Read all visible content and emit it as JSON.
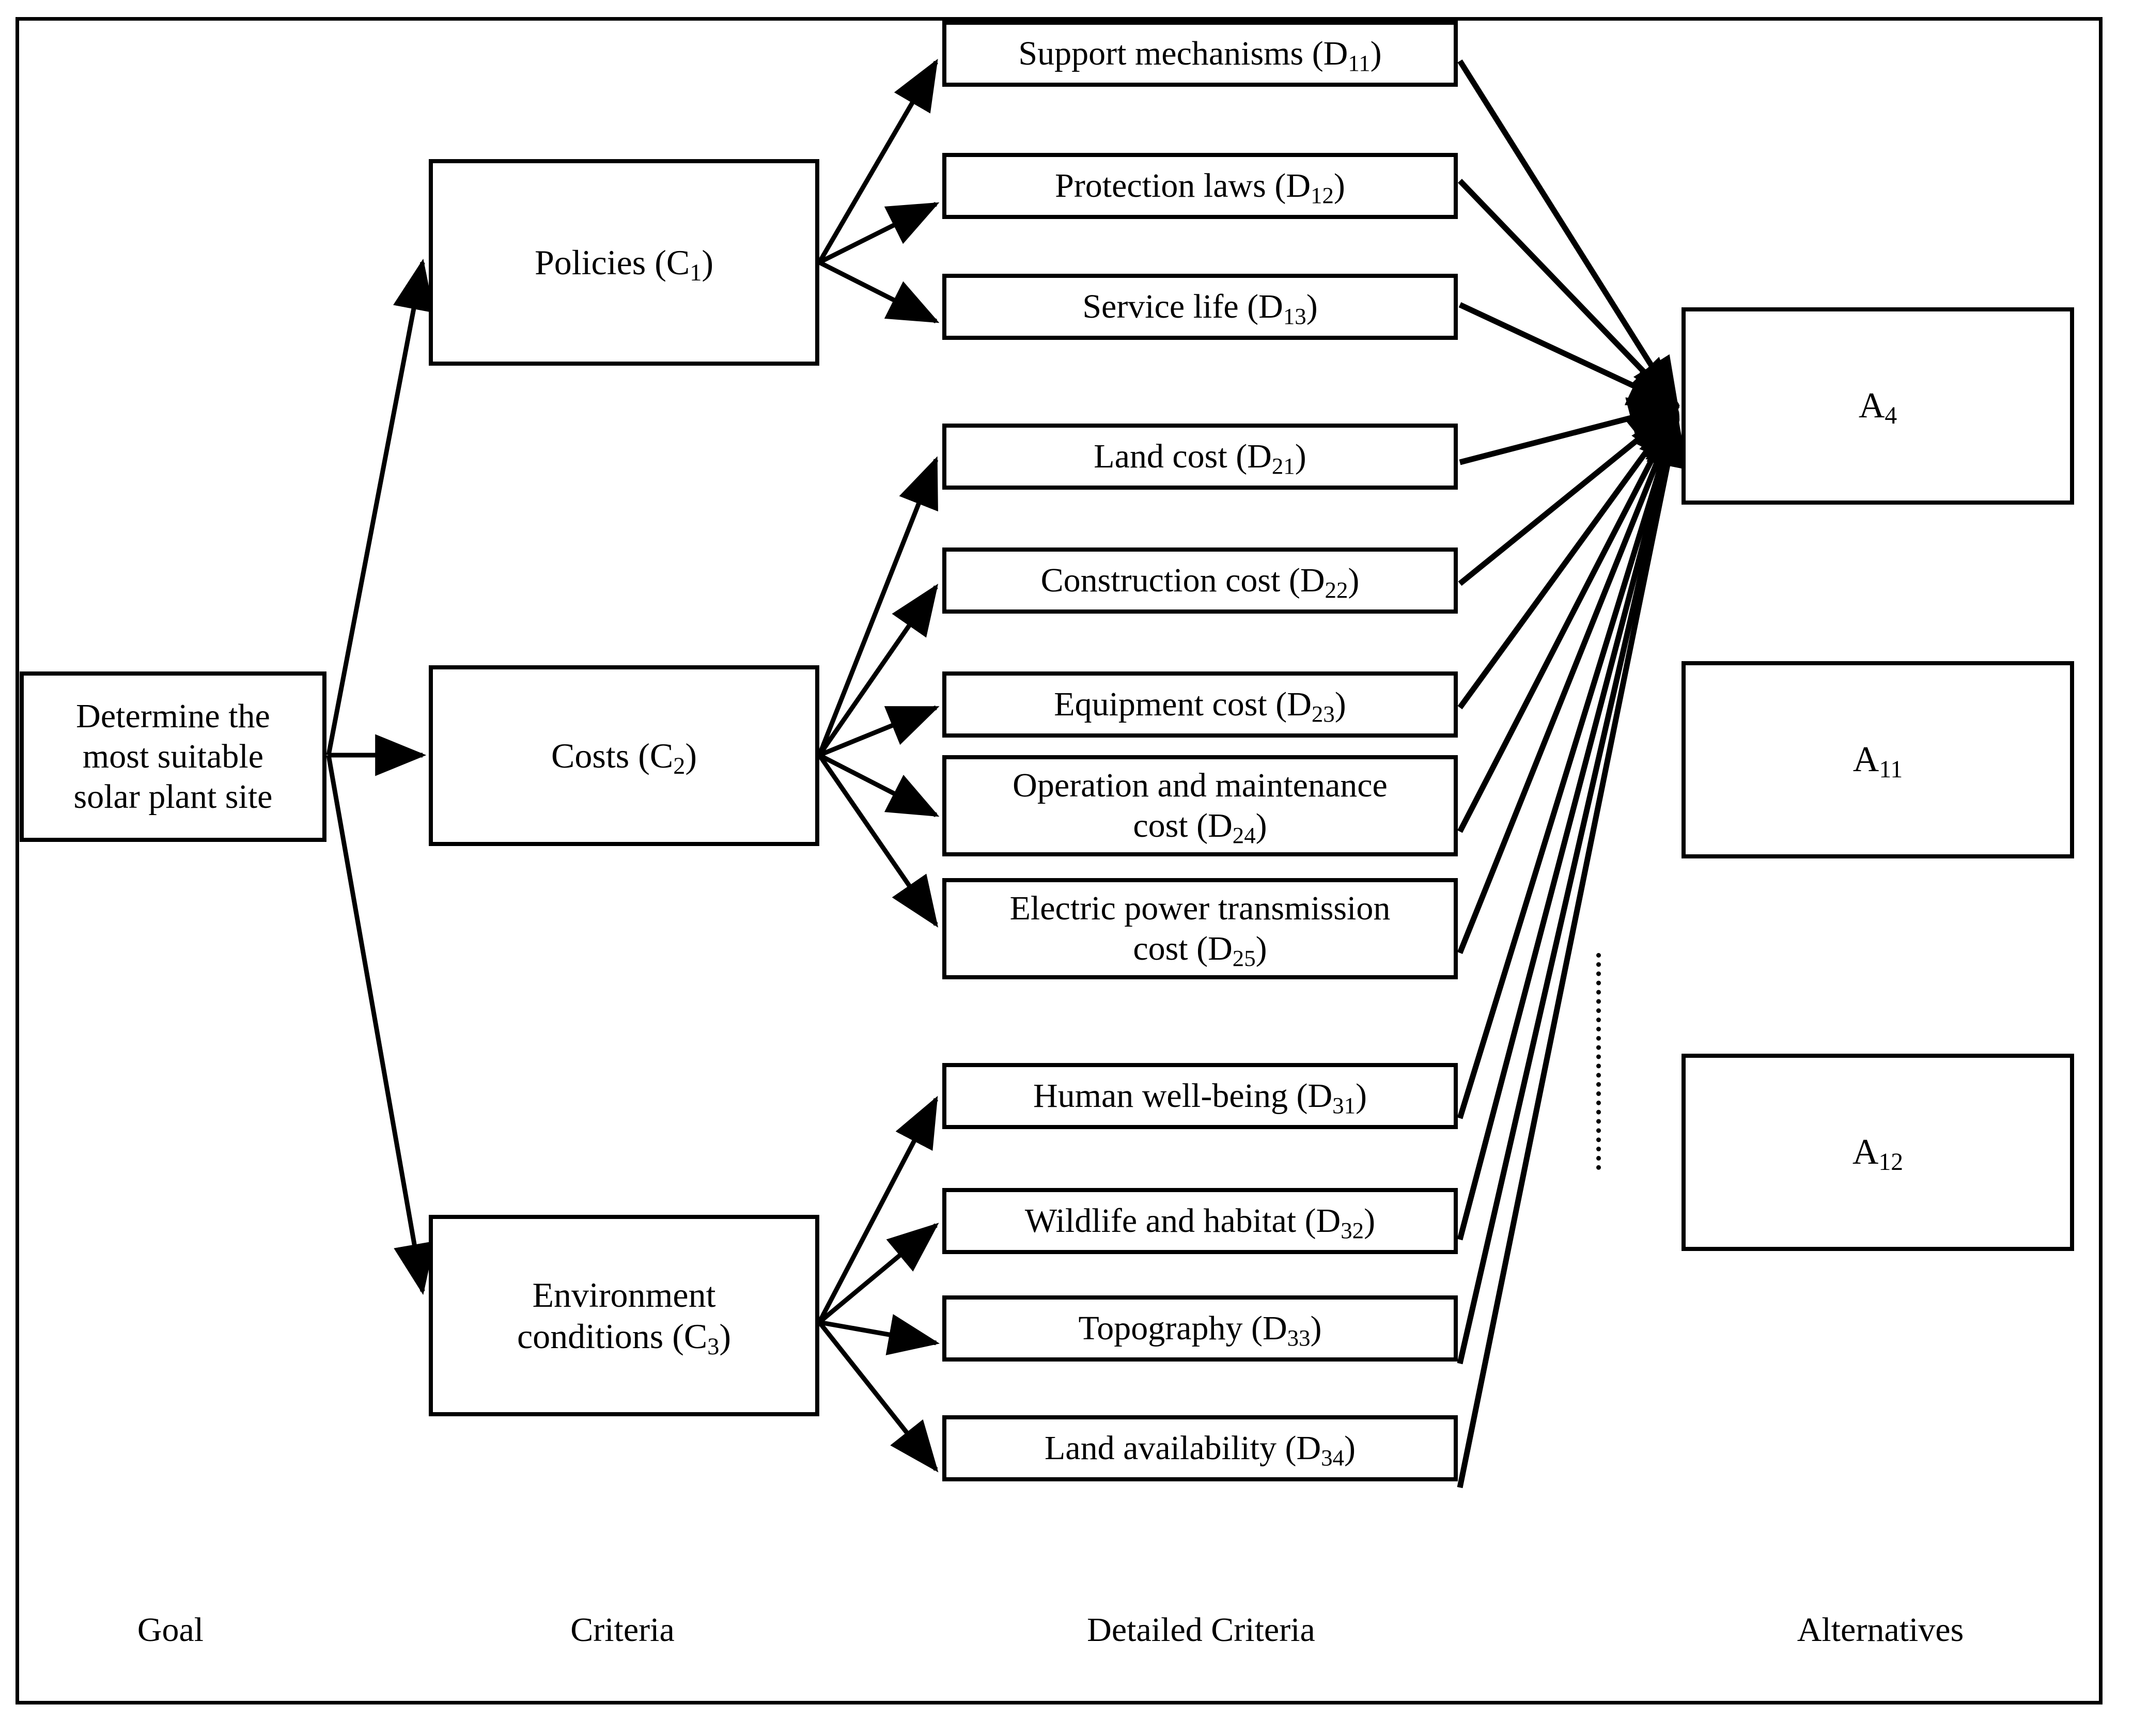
{
  "diagram": {
    "title": "Hierarchical structure for determining the most suitable solar plant site",
    "line_color": "#000000",
    "background_color": "#ffffff",
    "border_color": "#000000"
  },
  "goal": {
    "label": "Determine the most suitable solar plant site",
    "line1": "Determine the",
    "line2": "most suitable",
    "line3": "solar plant site"
  },
  "criteria": [
    {
      "id": "C1",
      "name": "Policies",
      "code": "C",
      "sub": "1",
      "line1": "Policies (C",
      "line2": ")"
    },
    {
      "id": "C2",
      "name": "Costs",
      "code": "C",
      "sub": "2",
      "line1": "Costs (C",
      "line2": ")"
    },
    {
      "id": "C3",
      "name": "Environment conditions",
      "code": "C",
      "sub": "3",
      "line1": "Environment",
      "line2": "conditions (C",
      "line3": ")"
    }
  ],
  "detailed_criteria": [
    {
      "id": "D11",
      "group": "C1",
      "name": "Support mechanisms",
      "code": "D",
      "sub": "11",
      "lines": [
        "Support mechanisms (D"
      ]
    },
    {
      "id": "D12",
      "group": "C1",
      "name": "Protection laws",
      "code": "D",
      "sub": "12",
      "lines": [
        "Protection laws (D"
      ]
    },
    {
      "id": "D13",
      "group": "C1",
      "name": "Service life",
      "code": "D",
      "sub": "13",
      "lines": [
        "Service life (D"
      ]
    },
    {
      "id": "D21",
      "group": "C2",
      "name": "Land cost",
      "code": "D",
      "sub": "21",
      "lines": [
        "Land cost (D"
      ]
    },
    {
      "id": "D22",
      "group": "C2",
      "name": "Construction cost",
      "code": "D",
      "sub": "22",
      "lines": [
        "Construction cost (D"
      ]
    },
    {
      "id": "D23",
      "group": "C2",
      "name": "Equipment cost",
      "code": "D",
      "sub": "23",
      "lines": [
        "Equipment cost (D"
      ]
    },
    {
      "id": "D24",
      "group": "C2",
      "name": "Operation and maintenance cost",
      "code": "D",
      "sub": "24",
      "lines": [
        "Operation and maintenance",
        "cost (D"
      ]
    },
    {
      "id": "D25",
      "group": "C2",
      "name": "Electric power transmission cost",
      "code": "D",
      "sub": "25",
      "lines": [
        "Electric power transmission",
        "cost (D"
      ]
    },
    {
      "id": "D31",
      "group": "C3",
      "name": "Human well-being",
      "code": "D",
      "sub": "31",
      "lines": [
        "Human well-being (D"
      ]
    },
    {
      "id": "D32",
      "group": "C3",
      "name": "Wildlife and habitat",
      "code": "D",
      "sub": "32",
      "lines": [
        "Wildlife and habitat (D"
      ]
    },
    {
      "id": "D33",
      "group": "C3",
      "name": "Topography",
      "code": "D",
      "sub": "33",
      "lines": [
        "Topography (D"
      ]
    },
    {
      "id": "D34",
      "group": "C3",
      "name": "Land availability",
      "code": "D",
      "sub": "34",
      "lines": [
        "Land availability (D"
      ]
    }
  ],
  "alternatives": [
    {
      "id": "A4",
      "code": "A",
      "sub": "4"
    },
    {
      "id": "A11",
      "code": "A",
      "sub": "11"
    },
    {
      "id": "A12",
      "code": "A",
      "sub": "12"
    }
  ],
  "ellipsis": {
    "style": "vertical-dotted-line",
    "meaning": "more alternatives omitted"
  },
  "column_labels": [
    {
      "key": "goal",
      "label": "Goal"
    },
    {
      "key": "criteria",
      "label": "Criteria"
    },
    {
      "key": "detailed",
      "label": "Detailed Criteria"
    },
    {
      "key": "alternatives",
      "label": "Alternatives"
    }
  ]
}
